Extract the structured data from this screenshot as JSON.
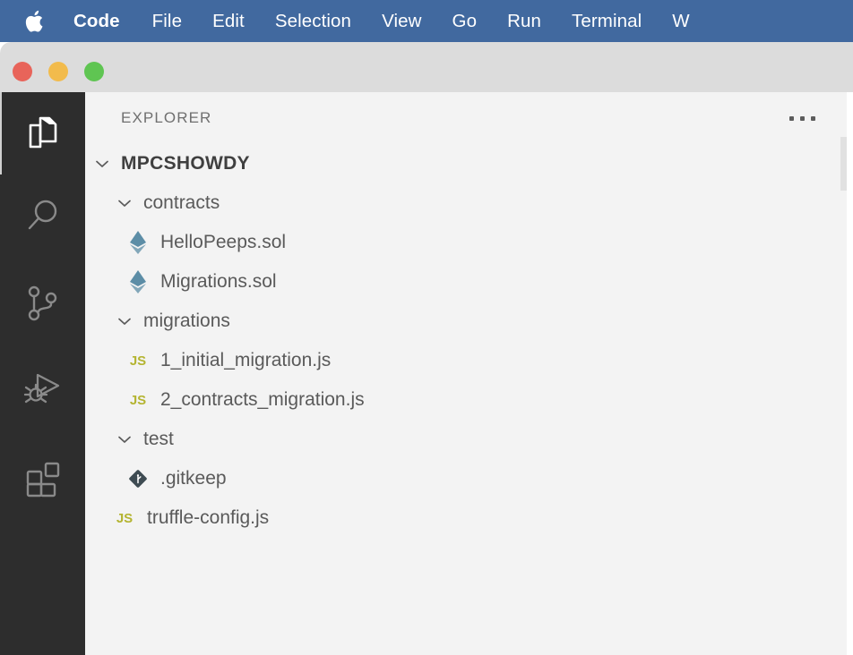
{
  "menubar": {
    "apple_icon": "apple-logo-icon",
    "items": [
      {
        "label": "Code",
        "bold": true
      },
      {
        "label": "File",
        "bold": false
      },
      {
        "label": "Edit",
        "bold": false
      },
      {
        "label": "Selection",
        "bold": false
      },
      {
        "label": "View",
        "bold": false
      },
      {
        "label": "Go",
        "bold": false
      },
      {
        "label": "Run",
        "bold": false
      },
      {
        "label": "Terminal",
        "bold": false
      },
      {
        "label": "W",
        "bold": false
      }
    ],
    "background_color": "#41699f",
    "text_color": "#ffffff"
  },
  "window": {
    "titlebar_color": "#dcdcdc",
    "traffic_lights": [
      {
        "name": "close",
        "color": "#e8645a"
      },
      {
        "name": "minimize",
        "color": "#f2bb4c"
      },
      {
        "name": "maximize",
        "color": "#5fc552"
      }
    ]
  },
  "activitybar": {
    "background_color": "#2d2d2d",
    "active_indicator_color": "#d0d0d0",
    "items": [
      {
        "icon": "explorer-files-icon",
        "label": "Explorer",
        "active": true
      },
      {
        "icon": "search-icon",
        "label": "Search",
        "active": false
      },
      {
        "icon": "source-control-branch-icon",
        "label": "Source Control",
        "active": false
      },
      {
        "icon": "run-and-debug-icon",
        "label": "Run and Debug",
        "active": false
      },
      {
        "icon": "extensions-blocks-icon",
        "label": "Extensions",
        "active": false
      }
    ]
  },
  "sidebar": {
    "background_color": "#f3f3f3",
    "header": {
      "title": "EXPLORER",
      "more_actions_icon": "ellipsis-icon"
    },
    "tree": [
      {
        "label": "MPCSHOWDY",
        "type": "root-folder",
        "expanded": true,
        "indent": 0,
        "icon": "chevron-down-icon"
      },
      {
        "label": "contracts",
        "type": "folder",
        "expanded": true,
        "indent": 1,
        "icon": "chevron-down-icon"
      },
      {
        "label": "HelloPeeps.sol",
        "type": "file",
        "indent": 2,
        "icon": "solidity-ethereum-icon",
        "icon_color": "#5c8da6"
      },
      {
        "label": "Migrations.sol",
        "type": "file",
        "indent": 2,
        "icon": "solidity-ethereum-icon",
        "icon_color": "#5c8da6"
      },
      {
        "label": "migrations",
        "type": "folder",
        "expanded": true,
        "indent": 1,
        "icon": "chevron-down-icon"
      },
      {
        "label": "1_initial_migration.js",
        "type": "file",
        "indent": 2,
        "icon": "javascript-js-icon",
        "icon_color": "#b4b431"
      },
      {
        "label": "2_contracts_migration.js",
        "type": "file",
        "indent": 2,
        "icon": "javascript-js-icon",
        "icon_color": "#b4b431"
      },
      {
        "label": "test",
        "type": "folder",
        "expanded": true,
        "indent": 1,
        "icon": "chevron-down-icon"
      },
      {
        "label": ".gitkeep",
        "type": "file",
        "indent": 2,
        "icon": "git-icon",
        "icon_color": "#3e4b52"
      },
      {
        "label": "truffle-config.js",
        "type": "file",
        "indent": 1,
        "icon": "javascript-js-icon",
        "icon_color": "#b4b431"
      }
    ]
  },
  "colors": {
    "accent_blue": "#41699f",
    "sidebar_bg": "#f3f3f3",
    "activitybar_bg": "#2d2d2d",
    "text_primary": "#5a5a5a",
    "text_muted": "#6f6f6f"
  }
}
